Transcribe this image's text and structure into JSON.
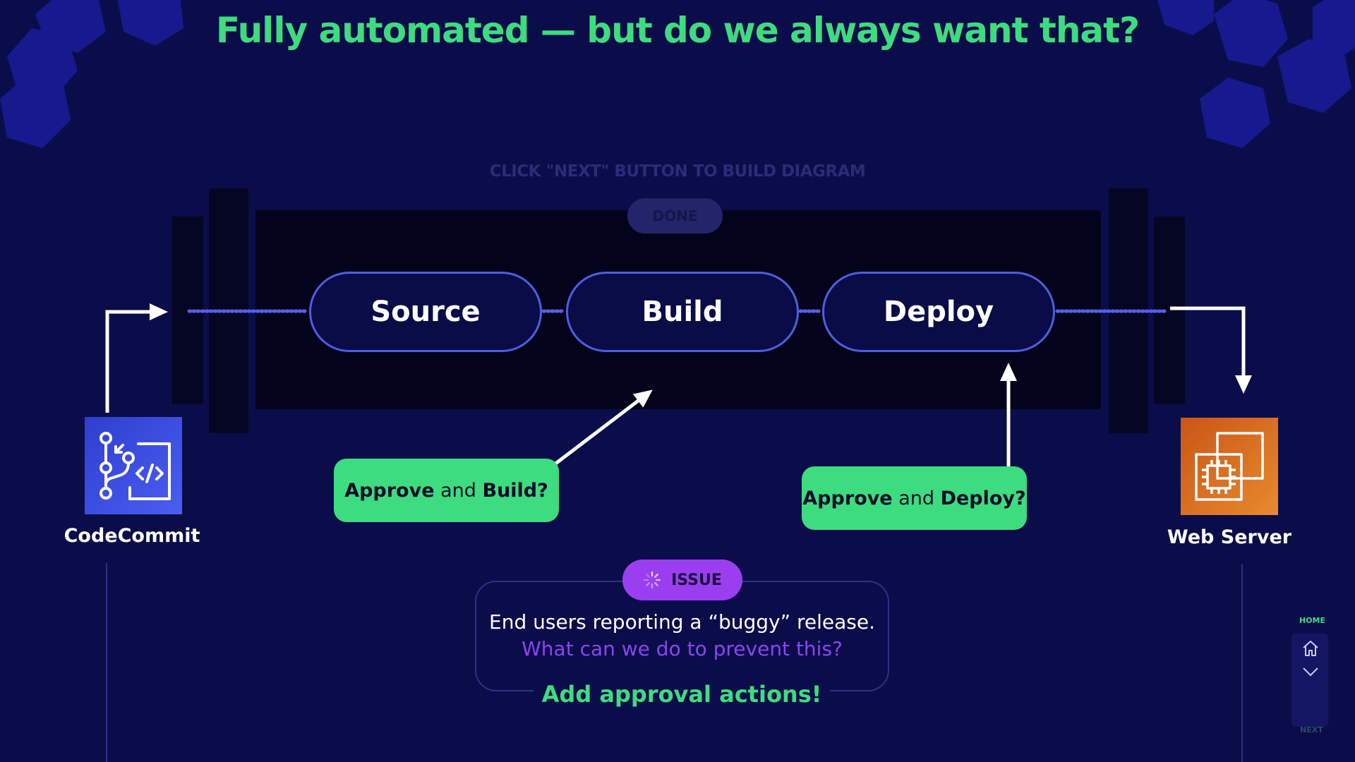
{
  "title": "Fully automated — but do we always want that?",
  "instruction": "CLICK \"NEXT\" BUTTON TO BUILD DIAGRAM",
  "done_label": "DONE",
  "pipeline": {
    "stages": [
      {
        "label": "Source"
      },
      {
        "label": "Build"
      },
      {
        "label": "Deploy"
      }
    ]
  },
  "approvals": {
    "build": {
      "strong1": "Approve",
      "mid": " and ",
      "strong2": "Build?"
    },
    "deploy": {
      "strong1": "Approve",
      "mid": " and ",
      "strong2": "Deploy?"
    }
  },
  "source_app": {
    "label": "CodeCommit",
    "icon": "codecommit-icon",
    "color": "#3d4fd9"
  },
  "target_app": {
    "label": "Web Server",
    "icon": "ec2-instance-icon",
    "color": "#e06f22"
  },
  "issue": {
    "badge": "ISSUE",
    "line1": "End users reporting a “buggy” release.",
    "line2": "What can we do to prevent this?",
    "cta": "Add approval actions!"
  },
  "nav": {
    "home_label": "HOME",
    "next_label": "NEXT"
  },
  "colors": {
    "background": "#0b0d4a",
    "title_green": "#3ddc7e",
    "stage_border": "#4f5de0",
    "issue_purple": "#9b3ef0",
    "question_purple": "#8a45f0"
  }
}
